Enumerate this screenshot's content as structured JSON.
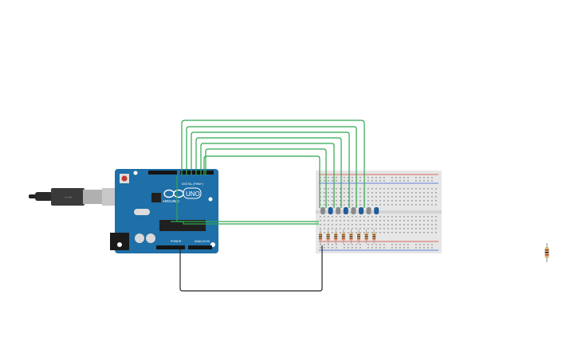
{
  "arduino": {
    "logo_text": "UNO",
    "brand_text": "ARDUINO",
    "digital_label": "DIGITAL (PWM~)",
    "power_label": "POWER",
    "analog_label": "ANALOG IN",
    "board_color": "#1f6fa8",
    "usb_icon": "usb-cable-icon"
  },
  "breadboard": {
    "body_color": "#e6e6e6",
    "rail_red": "#d43a3a",
    "rail_blue": "#3a5fd4",
    "components": {
      "leds": 8,
      "resistors": 8,
      "led_colors": [
        "#8a8a8a",
        "#1f5d9c",
        "#8a8a8a",
        "#1f5d9c",
        "#8a8a8a",
        "#1f5d9c",
        "#8a8a8a",
        "#1f5d9c"
      ]
    }
  },
  "wires": {
    "signal_color": "#2fa84f",
    "ground_color": "#222222"
  },
  "loose_parts": {
    "resistor_icon": "resistor-icon"
  }
}
